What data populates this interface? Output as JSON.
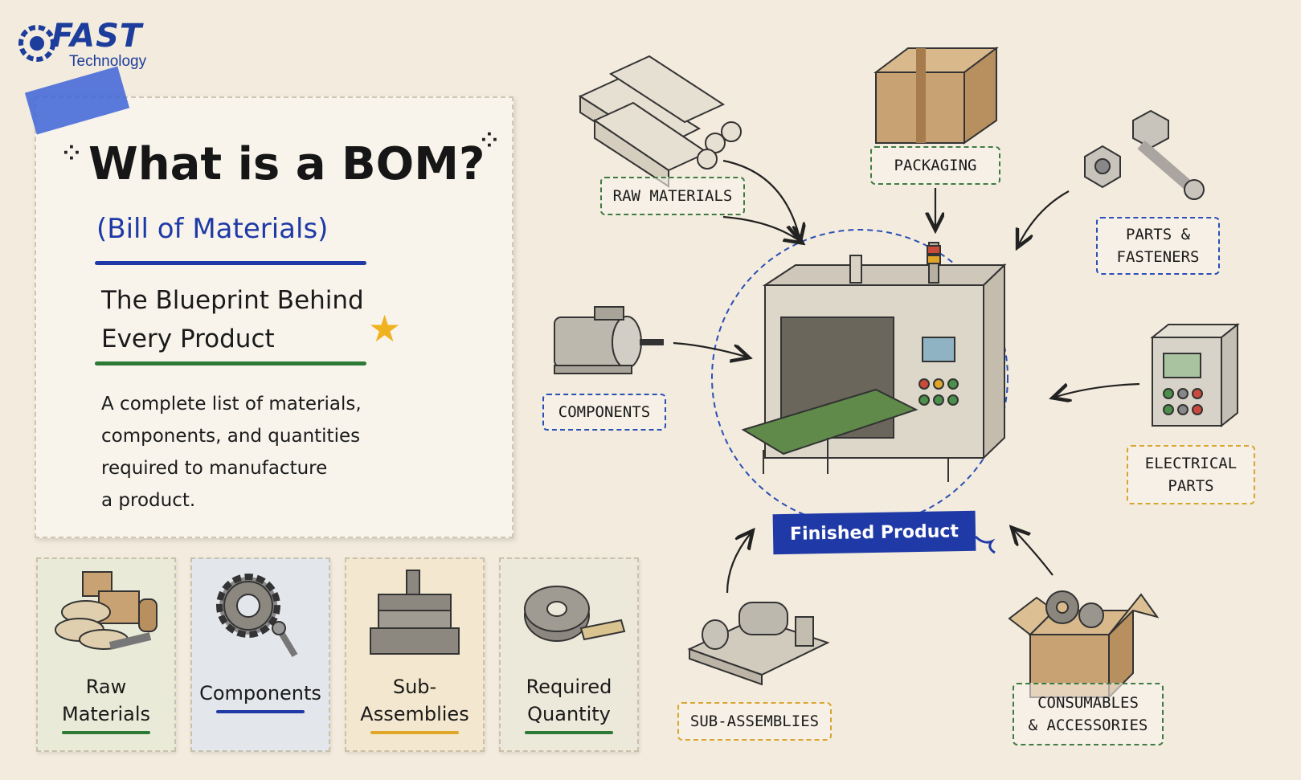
{
  "logo": {
    "brand": "FAST",
    "sub": "Technology"
  },
  "intro": {
    "title": "What is a BOM?",
    "subtitle": "(Bill of Materials)",
    "tagline_line1": "The Blueprint Behind",
    "tagline_line2": "Every Product",
    "desc_line1": "A complete list of materials,",
    "desc_line2": "components, and quantities",
    "desc_line3": "required to manufacture",
    "desc_line4": "a product."
  },
  "categories": [
    {
      "line1": "Raw",
      "line2": "Materials",
      "color": "#2c7a36",
      "bg": "#e9ebd8"
    },
    {
      "line1": "Components",
      "line2": "",
      "color": "#1f3aa6",
      "bg": "#e3e6ea"
    },
    {
      "line1": "Sub-",
      "line2": "Assemblies",
      "color": "#e0a628",
      "bg": "#f3e8cf"
    },
    {
      "line1": "Required",
      "line2": "Quantity",
      "color": "#2c7a36",
      "bg": "#ece8da"
    }
  ],
  "diagram": {
    "center": "Finished Product",
    "raw_materials": "RAW MATERIALS",
    "packaging": "PACKAGING",
    "parts_line1": "PARTS &",
    "parts_line2": "FASTENERS",
    "components": "COMPONENTS",
    "electrical_line1": "ELECTRICAL",
    "electrical_line2": "PARTS",
    "sub_assemblies": "SUB-ASSEMBLIES",
    "consumables_line1": "CONSUMABLES",
    "consumables_line2": "& ACCESSORIES"
  }
}
